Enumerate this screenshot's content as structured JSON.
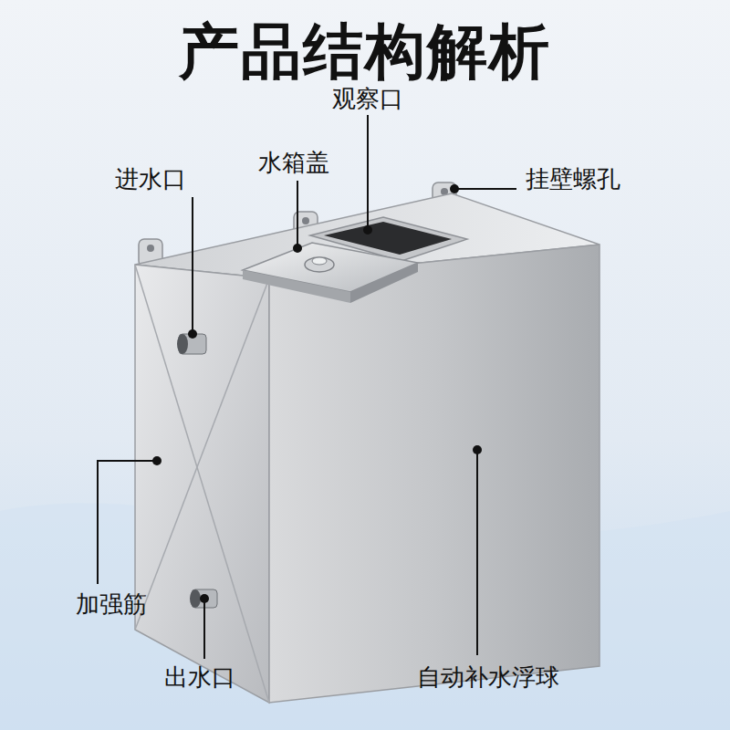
{
  "diagram": {
    "title": "产品结构解析",
    "labels": [
      "观察口",
      "水箱盖",
      "进水口",
      "挂壁螺孔",
      "加强筋",
      "出水口",
      "自动补水浮球"
    ]
  }
}
